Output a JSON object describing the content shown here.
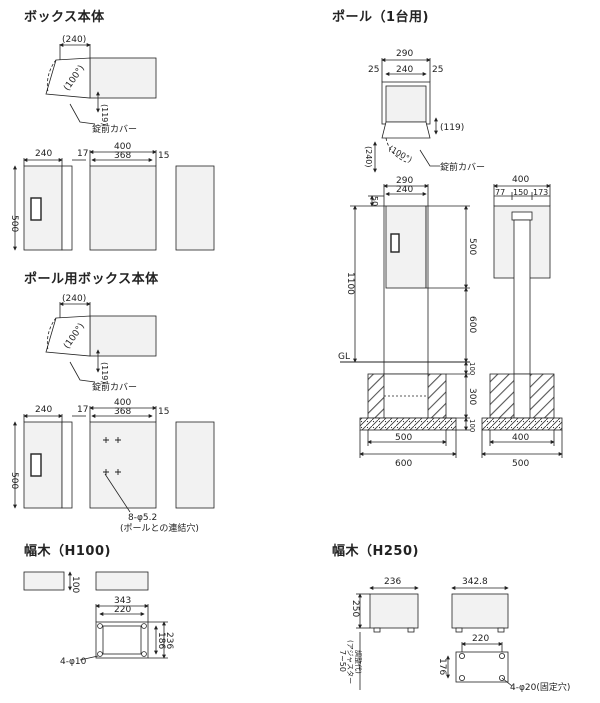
{
  "sections": {
    "box": "ボックス本体",
    "pole_box": "ポール用ボックス本体",
    "baseboard_h100": "幅木（H100)",
    "pole": "ポール（1台用)",
    "baseboard_h250": "幅木（H250)"
  },
  "labels": {
    "lock_cover": "錠前カバー",
    "holes_qty": "8-φ5.2",
    "holes_note": "(ポールとの連結穴)",
    "gl": "GL",
    "bolt_holes": "4-φ10",
    "fix_holes": "4-φ20(固定穴)",
    "adjuster_range": "7~50",
    "adjuster_1": "(アジャスター",
    "adjuster_2": "調整代)"
  },
  "dims": {
    "d240p": "(240)",
    "d100deg": "(100°)",
    "d119p": "(119)",
    "d240": "240",
    "d17": "17",
    "d400": "400",
    "d368": "368",
    "d15": "15",
    "d500": "500",
    "d290": "290",
    "d25": "25",
    "d50": "50",
    "d1100": "1100",
    "d600": "600",
    "d100": "100",
    "d300": "300",
    "d77": "77",
    "d150": "150",
    "d173": "173",
    "d343": "343",
    "d220": "220",
    "d186": "186",
    "d236": "236",
    "d250": "250",
    "d342_8": "342.8",
    "d176": "176"
  }
}
